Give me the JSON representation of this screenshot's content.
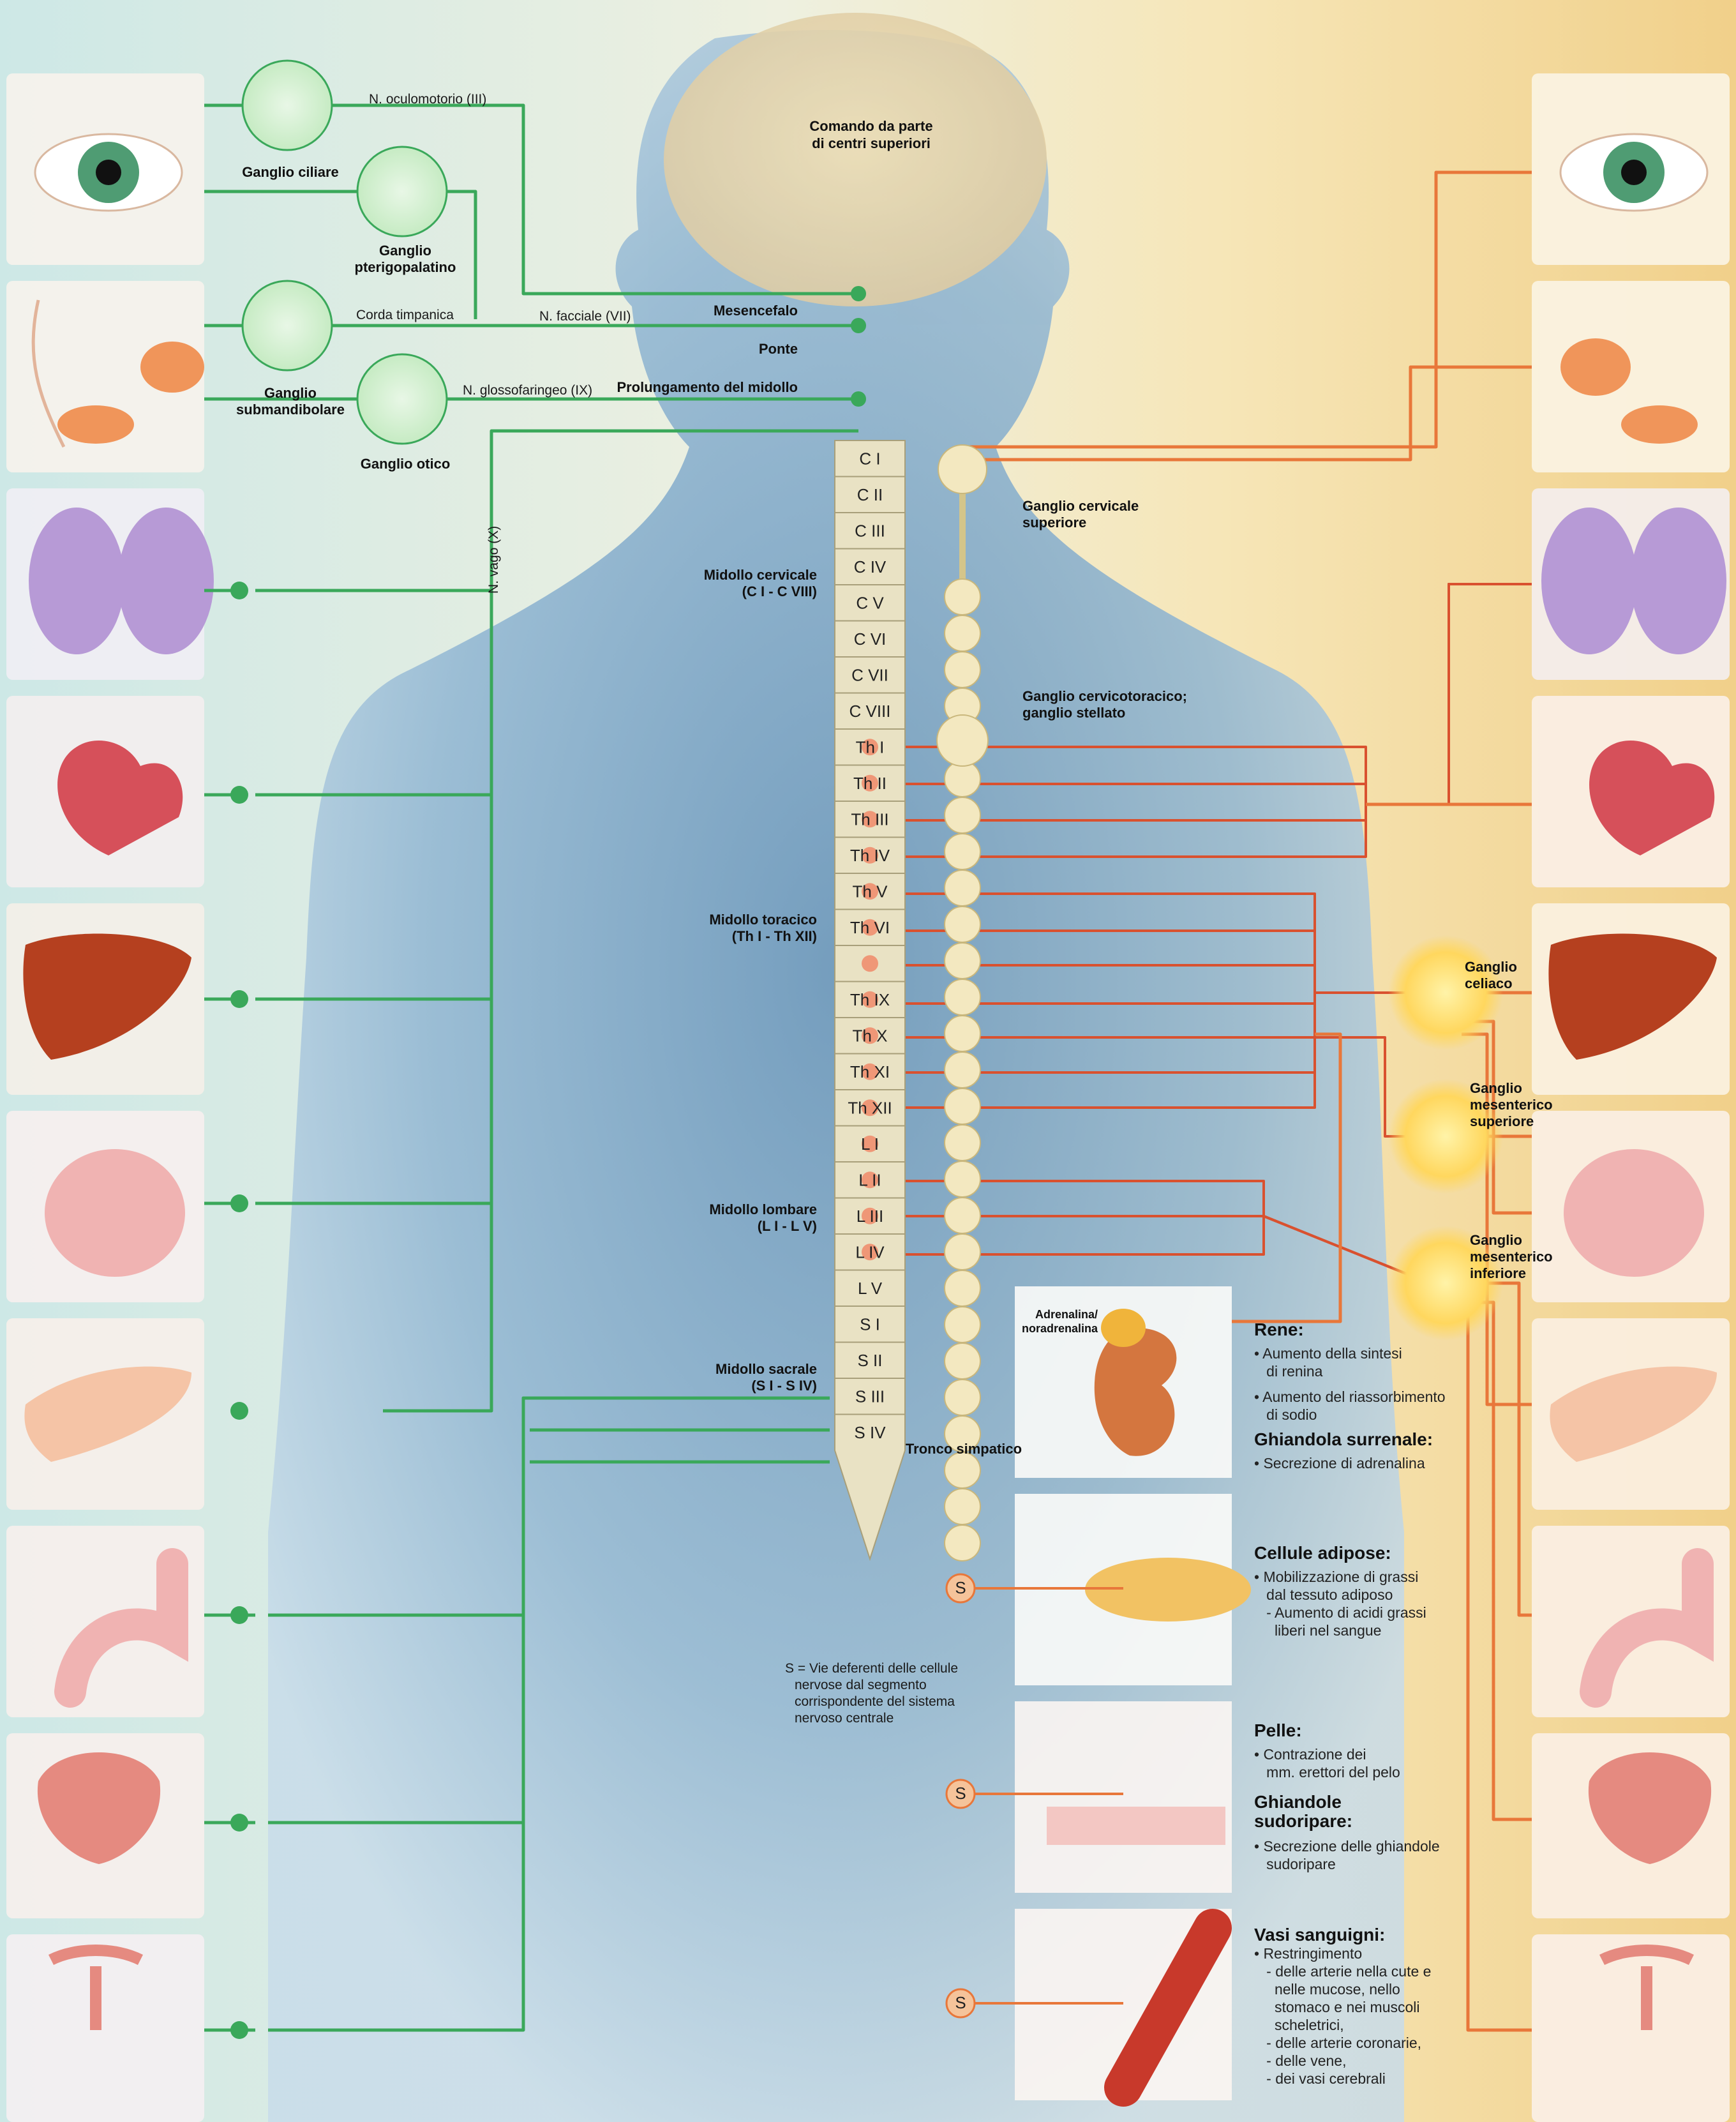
{
  "colors": {
    "parasympathetic": "#3aa85a",
    "sympathetic": "#e8773a",
    "sympathetic_inner": "#d9512f",
    "ganglion_fill": "#ffe27a",
    "background_left": "#cfe8e4",
    "background_right": "#f3d79a"
  },
  "top": {
    "comando": [
      "Comando da parte",
      "di centri superiori"
    ]
  },
  "brainstem": {
    "mesencefalo": "Mesencefalo",
    "ponte": "Ponte",
    "midollo": "Prolungamento del midollo"
  },
  "nerves": {
    "oculomotorio": "N. oculomotorio (III)",
    "corda": "Corda timpanica",
    "facciale": "N. facciale (VII)",
    "glosso": "N. glossofaringeo (IX)",
    "vago": "N. vago (X)"
  },
  "para_ganglia": {
    "ciliare": "Ganglio ciliare",
    "pterigo": [
      "Ganglio",
      "pterigopalatino"
    ],
    "submand": [
      "Ganglio",
      "submandibolare"
    ],
    "otico": "Ganglio otico"
  },
  "spine": {
    "segments": [
      "C I",
      "C II",
      "C III",
      "C IV",
      "C V",
      "C VI",
      "C VII",
      "C VIII",
      "Th I",
      "Th II",
      "Th III",
      "Th IV",
      "Th V",
      "Th VI",
      "",
      "Th IX",
      "Th X",
      "Th XI",
      "Th XII",
      "L I",
      "L II",
      "L III",
      "L IV",
      "L V",
      "S I",
      "S II",
      "S III",
      "S IV"
    ]
  },
  "regions": {
    "cervicale": [
      "Midollo cervicale",
      "(C I - C VIII)"
    ],
    "toracico": [
      "Midollo toracico",
      "(Th I - Th XII)"
    ],
    "lombare": [
      "Midollo lombare",
      "(L I - L V)"
    ],
    "sacrale": [
      "Midollo sacrale",
      "(S I - S IV)"
    ]
  },
  "symp_ganglia": {
    "cervicale_sup": [
      "Ganglio cervicale",
      "superiore"
    ],
    "stellato": [
      "Ganglio cervicotoracico;",
      "ganglio stellato"
    ],
    "celiaco": [
      "Ganglio",
      "celiaco"
    ],
    "mes_sup": [
      "Ganglio",
      "mesenterico",
      "superiore"
    ],
    "mes_inf": [
      "Ganglio",
      "mesenterico",
      "inferiore"
    ],
    "tronco": "Tronco simpatico"
  },
  "adrenal_label": [
    "Adrenalina/",
    "noradrenalina"
  ],
  "s_symbol": "S",
  "legend": [
    "S = Vie deferenti delle cellule",
    "nervose dal segmento",
    "corrispondente del sistema",
    "nervoso centrale"
  ],
  "panels": {
    "rene": {
      "title": "Rene:",
      "lines": [
        "• Aumento della sintesi",
        "   di renina",
        "• Aumento del riassorbimento",
        "   di sodio"
      ],
      "title2": "Ghiandola surrenale:",
      "lines2": [
        "• Secrezione di adrenalina"
      ]
    },
    "adipose": {
      "title": "Cellule adipose:",
      "lines": [
        "• Mobilizzazione di grassi",
        "   dal tessuto adiposo",
        "   - Aumento di acidi grassi",
        "     liberi nel sangue"
      ]
    },
    "pelle": {
      "title": "Pelle:",
      "lines": [
        "• Contrazione dei",
        "   mm. erettori del pelo"
      ],
      "title2": [
        "Ghiandole",
        "sudoripare:"
      ],
      "lines2": [
        "• Secrezione delle ghiandole",
        "   sudoripare"
      ]
    },
    "vasi": {
      "title": "Vasi sanguigni:",
      "lines": [
        "• Restringimento",
        "   - delle arterie nella cute e",
        "     nelle mucose, nello",
        "     stomaco e nei muscoli",
        "     scheletrici,",
        "   - delle arterie coronarie,",
        "   - delle vene,",
        "   - dei vasi cerebrali"
      ]
    }
  }
}
